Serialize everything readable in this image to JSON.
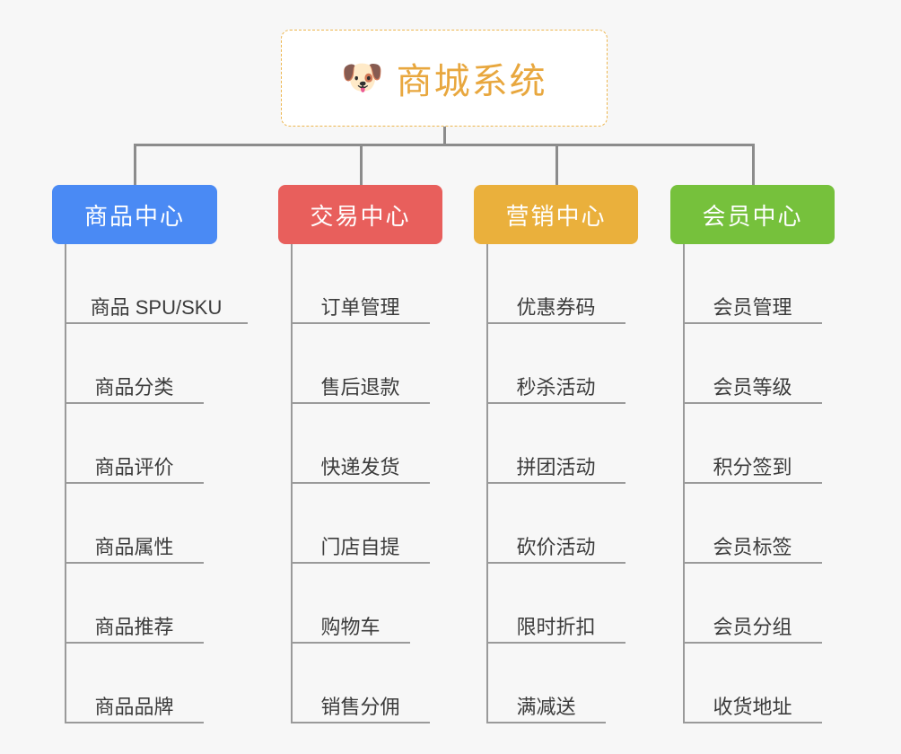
{
  "background_color": "#f7f7f7",
  "root": {
    "icon": "shiba-dog-face-emoji",
    "emoji": "🐶",
    "title": "商城系统",
    "border_color": "#edb64f",
    "text_color": "#e8a73e"
  },
  "connector_color": "#8c8c8c",
  "branches": [
    {
      "label": "商品中心",
      "color": "#4a8af4",
      "items": [
        "商品 SPU/SKU",
        "商品分类",
        "商品评价",
        "商品属性",
        "商品推荐",
        "商品品牌"
      ]
    },
    {
      "label": "交易中心",
      "color": "#e85f5c",
      "items": [
        "订单管理",
        "售后退款",
        "快递发货",
        "门店自提",
        "购物车",
        "销售分佣"
      ]
    },
    {
      "label": "营销中心",
      "color": "#eab03c",
      "items": [
        "优惠券码",
        "秒杀活动",
        "拼团活动",
        "砍价活动",
        "限时折扣",
        "满减送"
      ]
    },
    {
      "label": "会员中心",
      "color": "#76c13c",
      "items": [
        "会员管理",
        "会员等级",
        "积分签到",
        "会员标签",
        "会员分组",
        "收货地址"
      ]
    }
  ]
}
